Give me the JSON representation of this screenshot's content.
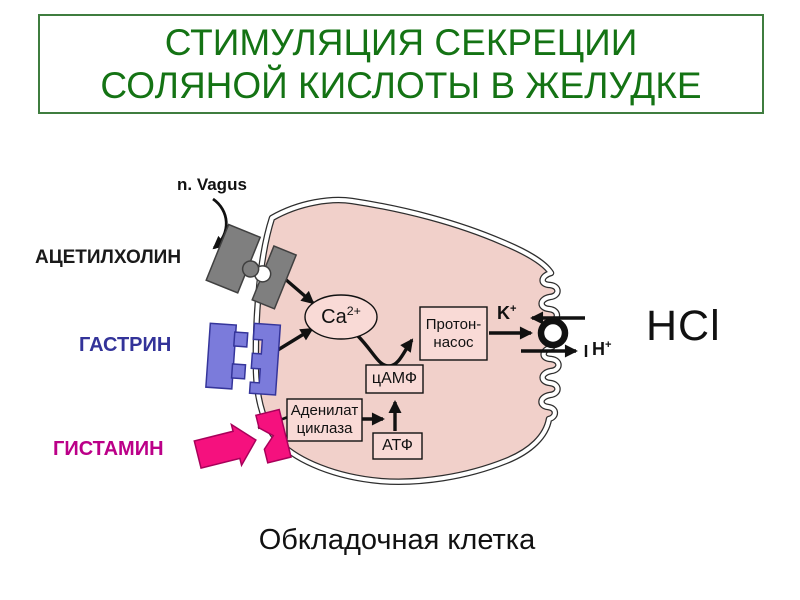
{
  "title": {
    "line1": "СТИМУЛЯЦИЯ СЕКРЕЦИИ",
    "line2": "СОЛЯНОЙ КИСЛОТЫ В ЖЕЛУДКЕ"
  },
  "labels": {
    "vagus_nerve": "n. Vagus",
    "acetylcholine": "АЦЕТИЛХОЛИН",
    "gastrin": "ГАСТРИН",
    "histamine": "ГИСТАМИН",
    "hcl_product": "HCl",
    "cell_caption": "Обкладочная клетка"
  },
  "ions": {
    "calcium": {
      "base": "Ca",
      "sup": "2+"
    },
    "potassium": {
      "base": "K",
      "sup": "+"
    },
    "proton": {
      "base": "H",
      "sup": "+"
    }
  },
  "nodes": {
    "proton_pump_line1": "Протон-",
    "proton_pump_line2": "насос",
    "camp": "цАМФ",
    "adenylate_cyclase_line1": "Аденилат",
    "adenylate_cyclase_line2": "циклаза",
    "atp": "АТФ"
  },
  "colors": {
    "title_green": "#147314",
    "gastrin_blue": "#333399",
    "histamine_magenta": "#bb0088",
    "receptor_gray": "#7f7f7f",
    "receptor_blue": "#7b7bdb",
    "receptor_pink": "#f5117e",
    "cell_fill": "#f1d0ca",
    "box_fill": "#f9dad6"
  }
}
